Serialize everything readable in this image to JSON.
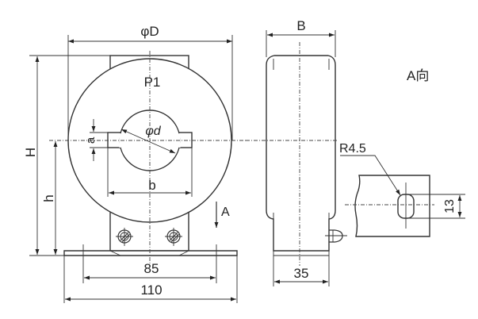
{
  "front_view": {
    "outer_diameter_label": "φD",
    "height_label": "H",
    "center_height_label": "h",
    "slot_height_label": "a",
    "inner_diameter_label": "φd",
    "slot_width_label": "b",
    "terminal_label": "P1",
    "view_arrow_label": "A",
    "mount_spacing": "85",
    "base_width": "110"
  },
  "side_view": {
    "depth_label": "B",
    "base_depth": "35"
  },
  "detail_view": {
    "title": "A向",
    "radius_label": "R4.5",
    "slot_length": "13"
  }
}
